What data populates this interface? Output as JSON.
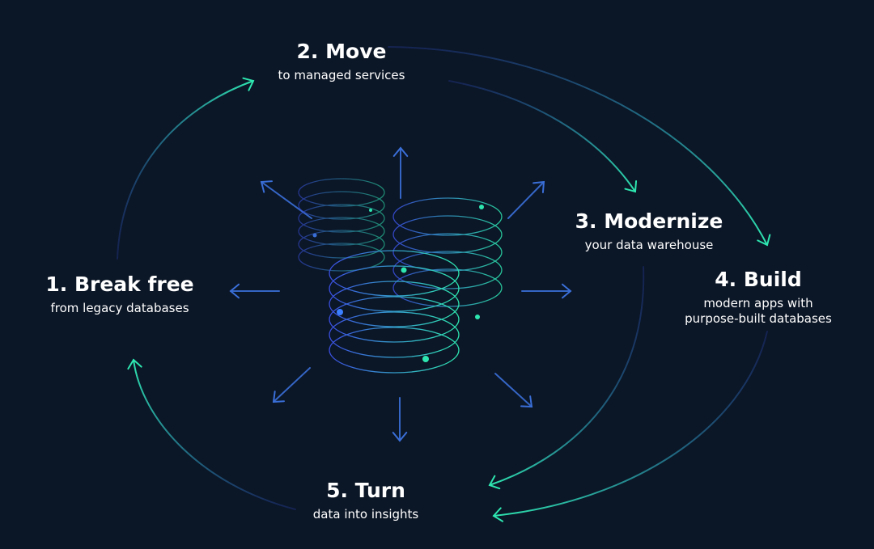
{
  "steps": [
    {
      "title": "1. Break free",
      "subtitle": "from legacy databases"
    },
    {
      "title": "2. Move",
      "subtitle": "to managed services"
    },
    {
      "title": "3. Modernize",
      "subtitle": "your data warehouse"
    },
    {
      "title": "4. Build",
      "subtitle": "modern apps with purpose-built databases"
    },
    {
      "title": "5. Turn",
      "subtitle": "data into insights"
    }
  ],
  "colors": {
    "background": "#0b1626",
    "teal": "#2ee6b0",
    "blue": "#3a6fd8"
  }
}
